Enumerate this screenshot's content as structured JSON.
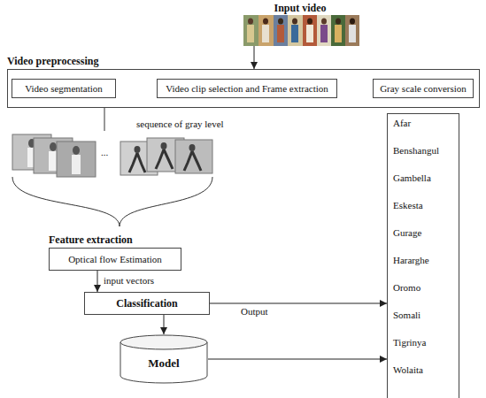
{
  "diagram": {
    "nodes": [
      {
        "text": [
          "Input video"
        ]
      },
      {
        "text": [
          "Video preprocessing"
        ]
      },
      {
        "text": [
          "Video segmentation"
        ],
        "in": 1
      },
      {
        "text": [
          "Video clip selection and Frame extraction"
        ],
        "in": 1
      },
      {
        "text": [
          "Gray scale conversion"
        ],
        "in": 1
      },
      {
        "text": [
          "Feature extraction",
          "Optical flow Estimation"
        ]
      },
      {
        "text": [
          "Classification"
        ]
      },
      {
        "text": [
          "Model"
        ]
      },
      {
        "text": [
          "Afar",
          "Benshangul",
          "Gambella",
          "Eskesta",
          "Gurage",
          "Hararghe",
          "Oromo",
          "Somali",
          "Tigrinya",
          "Wolaita"
        ]
      }
    ],
    "edges": [
      {
        "from": 0,
        "to": 1,
        "arrow": "to"
      },
      {
        "from": 2,
        "to": 3,
        "arrow": "to"
      },
      {
        "from": 3,
        "to": 4,
        "arrow": "to"
      },
      {
        "from": 5,
        "to": 6,
        "label": "input vectors",
        "arrow": "to"
      },
      {
        "from": 6,
        "to": 8,
        "label": "Output",
        "arrow": "to"
      },
      {
        "from": 6,
        "to": 7,
        "arrow": "to"
      },
      {
        "from": 7,
        "to": 8,
        "arrow": "to"
      }
    ],
    "labels": [
      "sequence of gray level",
      "..."
    ]
  }
}
